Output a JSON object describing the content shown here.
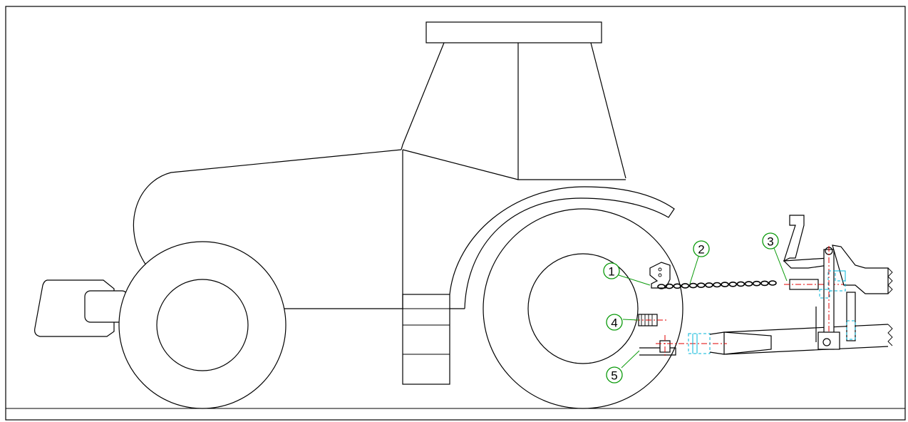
{
  "diagram": {
    "callouts": [
      {
        "id": "1",
        "label": "1"
      },
      {
        "id": "2",
        "label": "2"
      },
      {
        "id": "3",
        "label": "3"
      },
      {
        "id": "4",
        "label": "4"
      },
      {
        "id": "5",
        "label": "5"
      }
    ]
  },
  "colors": {
    "outline": "#000000",
    "leader": "#0a9a0a",
    "centerline": "#e00000",
    "hidden": "#00b4d8"
  }
}
